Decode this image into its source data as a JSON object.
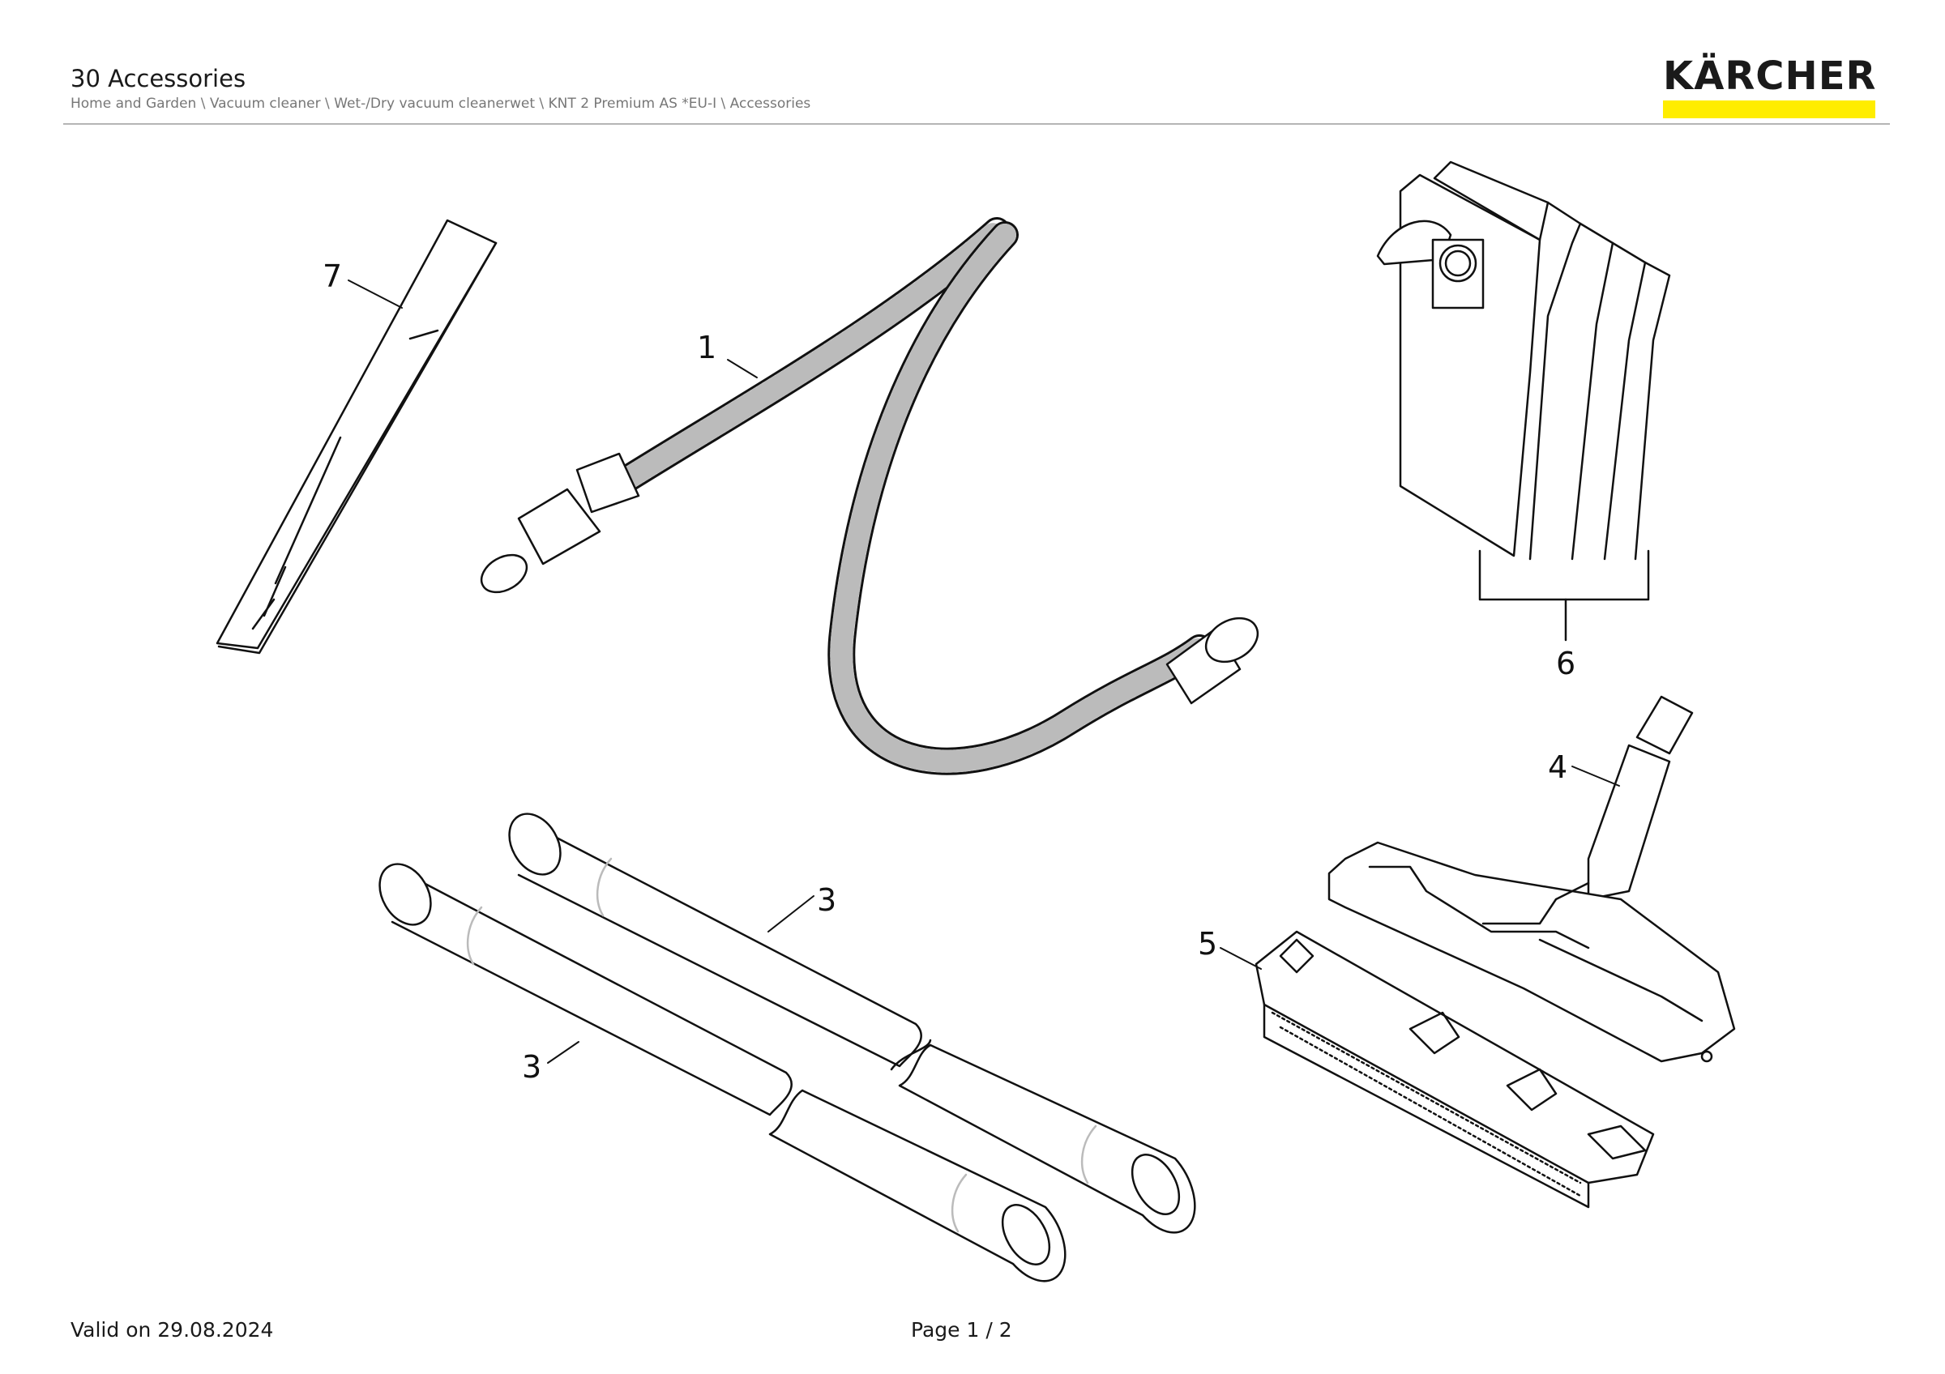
{
  "header": {
    "title": "30 Accessories",
    "breadcrumb": "Home and Garden \\ Vacuum cleaner \\ Wet-/Dry vacuum cleanerwet \\ KNT 2 Premium AS *EU-I \\ Accessories",
    "brand": "KÄRCHER",
    "brand_color": "#ffed00"
  },
  "callouts": [
    "1",
    "3",
    "3",
    "4",
    "5",
    "6",
    "7"
  ],
  "footer": {
    "valid": "Valid on 29.08.2024",
    "page": "Page 1 / 2"
  }
}
